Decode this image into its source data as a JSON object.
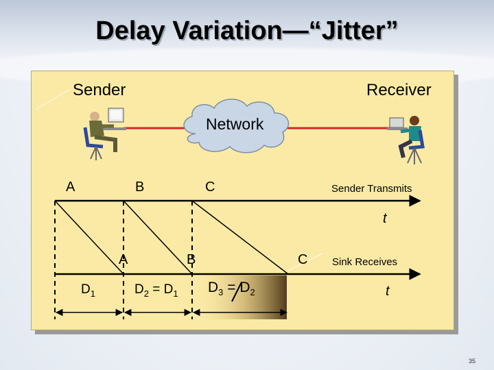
{
  "slide": {
    "title": "Delay Variation—“Jitter”",
    "page_number": "35"
  },
  "labels": {
    "sender": "Sender",
    "receiver": "Receiver",
    "network": "Network",
    "sender_transmits": "Sender Transmits",
    "sink_receives": "Sink Receives",
    "time_top": "t",
    "time_bottom": "t"
  },
  "packets_sent": [
    "A",
    "B",
    "C"
  ],
  "packets_received": [
    "A",
    "B",
    "C"
  ],
  "delays": {
    "d1": {
      "main": "D",
      "sub": "1"
    },
    "d2": {
      "main": "D",
      "sub": "2",
      "eq": " = ",
      "ref": "D",
      "ref_sub": "1"
    },
    "d3": {
      "main": "D",
      "sub": "3",
      "eq": " = ",
      "ref": "D",
      "ref_sub": "2"
    }
  },
  "colors": {
    "panel": "#fbeaa6",
    "link": "#d7262b",
    "cloud": "#c9d6e6",
    "highlight": "#6b4f2a"
  },
  "icons": [
    "sender-person-icon",
    "receiver-person-icon",
    "network-cloud-icon"
  ]
}
